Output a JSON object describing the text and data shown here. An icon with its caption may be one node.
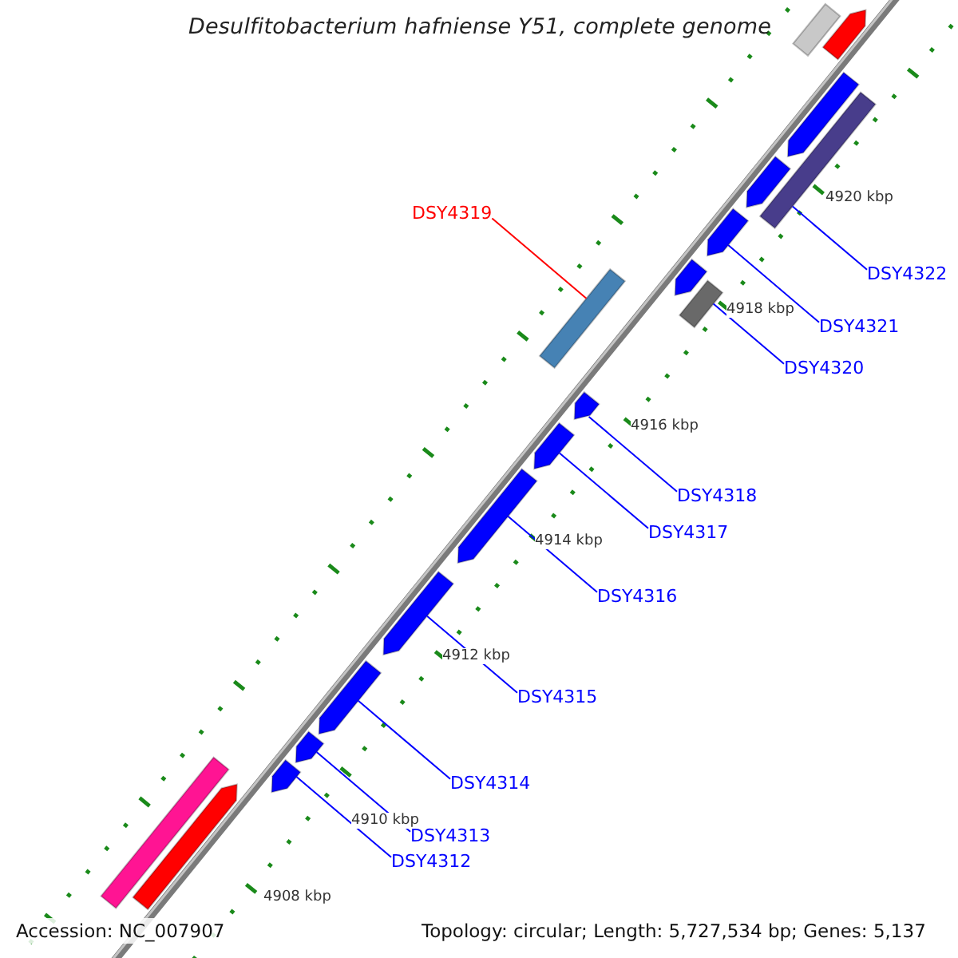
{
  "diagram": {
    "title": "Desulfitobacterium hafniense Y51, complete genome",
    "nodes": [
      {
        "text": [
          "DSY4322"
        ]
      },
      {
        "text": [
          "DSY4319"
        ]
      },
      {
        "text": [
          "DSY4321"
        ]
      },
      {
        "text": [
          "DSY4320"
        ]
      },
      {
        "text": [
          "DSY4318"
        ]
      },
      {
        "text": [
          "DSY4317"
        ]
      },
      {
        "text": [
          "DSY4316"
        ]
      },
      {
        "text": [
          "DSY4315"
        ]
      },
      {
        "text": [
          "DSY4314"
        ]
      },
      {
        "text": [
          "DSY4313"
        ]
      },
      {
        "text": [
          "DSY4312"
        ]
      },
      {
        "text": [],
        "shape": "bar"
      },
      {
        "text": [],
        "shape": "bar"
      },
      {
        "text": [],
        "shape": "bar"
      },
      {
        "text": [],
        "shape": "bar"
      },
      {
        "text": [],
        "shape": "bar"
      },
      {
        "text": [],
        "shape": "bar"
      },
      {
        "text": [],
        "shape": "bar"
      },
      {
        "text": [],
        "shape": "bar"
      },
      {
        "text": [],
        "shape": "bar"
      },
      {
        "text": [],
        "shape": "bar"
      },
      {
        "text": [],
        "shape": "bar"
      },
      {
        "text": [],
        "shape": "bar"
      },
      {
        "text": [],
        "shape": "bar"
      },
      {
        "text": [],
        "shape": "bar"
      },
      {
        "text": [],
        "shape": "bar"
      },
      {
        "text": [],
        "shape": "bar"
      },
      {
        "text": [],
        "shape": "bar"
      },
      {
        "text": [],
        "shape": "bar"
      }
    ],
    "edges": [
      {
        "from": 0,
        "to": 11,
        "arrow": "none"
      },
      {
        "from": 1,
        "to": 12,
        "arrow": "none",
        "color": "#ff0000"
      },
      {
        "from": 2,
        "to": 13,
        "arrow": "none"
      },
      {
        "from": 3,
        "to": 14,
        "arrow": "none"
      },
      {
        "from": 4,
        "to": 15,
        "arrow": "none"
      },
      {
        "from": 5,
        "to": 16,
        "arrow": "none"
      },
      {
        "from": 6,
        "to": 17,
        "arrow": "none"
      },
      {
        "from": 7,
        "to": 18,
        "arrow": "none"
      },
      {
        "from": 8,
        "to": 19,
        "arrow": "none"
      },
      {
        "from": 9,
        "to": 20,
        "arrow": "none"
      },
      {
        "from": 10,
        "to": 21,
        "arrow": "none"
      }
    ],
    "labels": [
      "4920 kbp",
      "4918 kbp",
      "4916 kbp",
      "4914 kbp",
      "4912 kbp",
      "4910 kbp",
      "4908 kbp",
      "Accession: NC_007907",
      "Topology: circular; Length: 5,727,534 bp; Genes: 5,137"
    ]
  }
}
